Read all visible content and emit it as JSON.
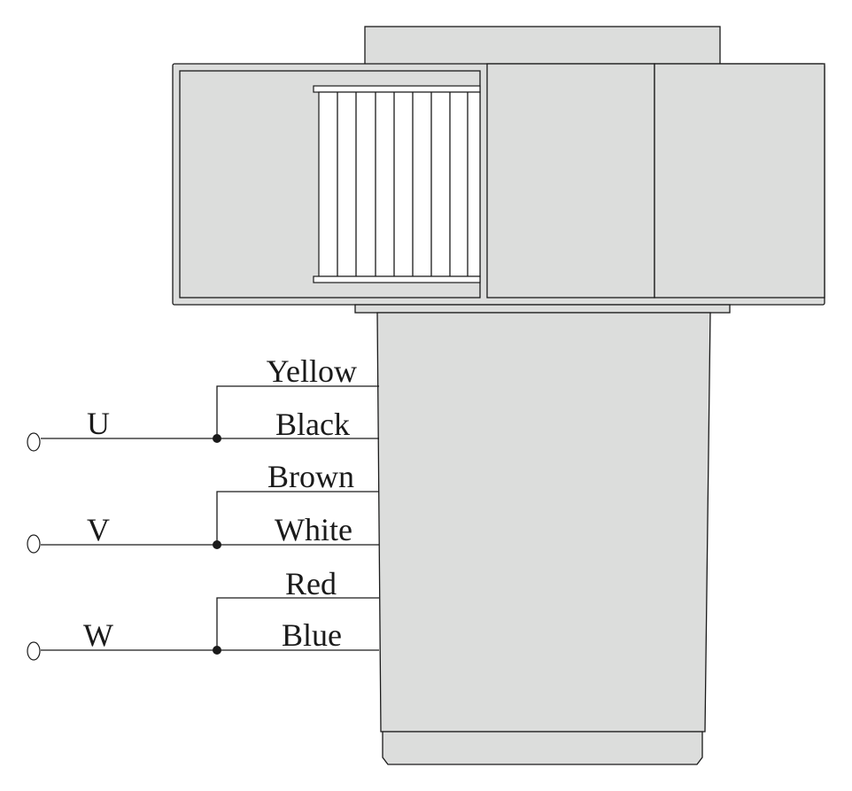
{
  "phases": [
    {
      "terminal": "U",
      "wire_top": "Yellow",
      "wire_bottom": "Black"
    },
    {
      "terminal": "V",
      "wire_top": "Brown",
      "wire_bottom": "White"
    },
    {
      "terminal": "W",
      "wire_top": "Red",
      "wire_bottom": "Blue"
    }
  ],
  "colors": {
    "housing": "#dcdddc",
    "line": "#1a1a1a",
    "fan": "#ffffff"
  }
}
